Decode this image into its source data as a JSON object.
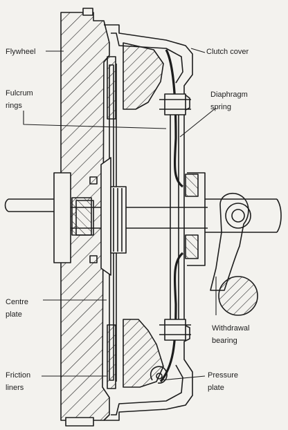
{
  "labels": {
    "flywheel": "Flywheel",
    "fulcrum_1": "Fulcrum",
    "fulcrum_2": "rings",
    "centre_1": "Centre",
    "centre_2": "plate",
    "friction_1": "Friction",
    "friction_2": "liners",
    "clutch_cover": "Clutch cover",
    "diaphragm_1": "Diaphragm",
    "diaphragm_2": "spring",
    "withdrawal_1": "Withdrawal",
    "withdrawal_2": "bearing",
    "pressure_1": "Pressure",
    "pressure_2": "plate"
  },
  "colors": {
    "ink": "#1c1c1c",
    "paper": "#f3f2ee",
    "hatch": "#2a2a2a"
  }
}
